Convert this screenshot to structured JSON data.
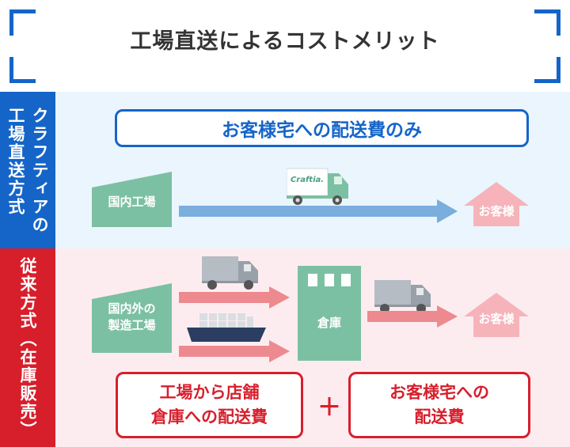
{
  "title": "工場直送によるコストメリット",
  "colors": {
    "accent_blue": "#1565c8",
    "accent_red": "#d71f2c",
    "green": "#7cc0a3",
    "blue_arrow": "#79aedd",
    "red_arrow": "#ec8a90",
    "band_blue": "#eaf5fd",
    "band_red": "#fdecef",
    "house": "#f6b3ba",
    "ship": "#2b3e62"
  },
  "top": {
    "side_label_lines": [
      "クラフティアの",
      "工場直送方式"
    ],
    "banner": "お客様宅への配送費のみ",
    "factory": "国内工場",
    "truck_logo": "Craftia.",
    "customer": "お客様"
  },
  "bottom": {
    "side_label": "従来方式（在庫販売）",
    "factory_lines": [
      "国内外の",
      "製造工場"
    ],
    "warehouse": "倉庫",
    "customer": "お客様",
    "cost_left_lines": [
      "工場から店舗",
      "倉庫への配送費"
    ],
    "plus": "＋",
    "cost_right_lines": [
      "お客様宅への",
      "配送費"
    ]
  }
}
